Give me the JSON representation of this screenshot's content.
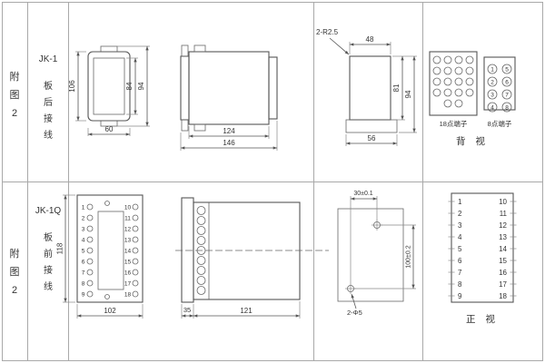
{
  "top": {
    "fig": [
      "附",
      "图",
      "2"
    ],
    "model": "JK-1",
    "wiring": [
      "板",
      "后",
      "接",
      "线"
    ],
    "front": {
      "d106": "106",
      "d84": "84",
      "d94": "94",
      "d60": "60"
    },
    "side": {
      "d124": "124",
      "d146": "146"
    },
    "cutout": {
      "radius": "2-R2.5",
      "d48": "48",
      "d81": "81",
      "d94": "94",
      "d56": "56"
    },
    "terminals": {
      "label18": "18点端子",
      "label8": "8点端子",
      "view": "背 视",
      "pairs": [
        [
          "1",
          "5"
        ],
        [
          "2",
          "6"
        ],
        [
          "3",
          "7"
        ],
        [
          "4",
          "8"
        ]
      ]
    }
  },
  "bottom": {
    "fig": [
      "附",
      "图",
      "2"
    ],
    "model": "JK-1Q",
    "wiring": [
      "板",
      "前",
      "接",
      "线"
    ],
    "front": {
      "d118": "118",
      "d102": "102"
    },
    "side": {
      "d35": "35",
      "d121": "121"
    },
    "drill": {
      "d30": "30±0.1",
      "d100": "100±0.2",
      "holes": "2-Φ5"
    },
    "terms": {
      "left": [
        "1",
        "2",
        "3",
        "4",
        "5",
        "6",
        "7",
        "8",
        "9"
      ],
      "right": [
        "10",
        "11",
        "12",
        "13",
        "14",
        "15",
        "16",
        "17",
        "18"
      ]
    },
    "view": "正 视"
  }
}
